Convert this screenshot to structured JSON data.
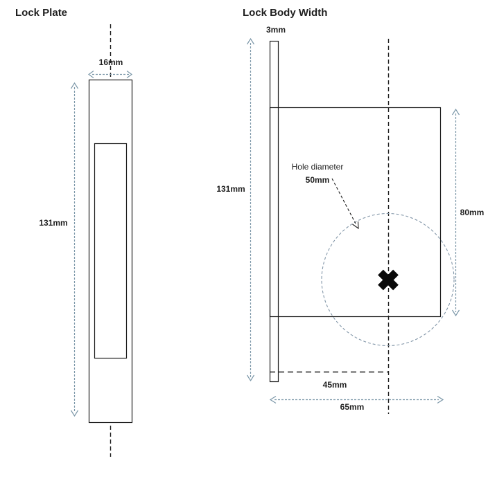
{
  "colors": {
    "line": "#1c1c1c",
    "dimension_arrow": "#7b97a8",
    "hole_circle": "#8296a8"
  },
  "lock_plate": {
    "title": "Lock Plate",
    "width_label": "16mm",
    "height_label": "131mm"
  },
  "lock_body": {
    "title": "Lock Body Width",
    "faceplate_thickness_label": "3mm",
    "height_label": "131mm",
    "body_height_label": "80mm",
    "hole_caption": "Hole diameter",
    "hole_diameter_label": "50mm",
    "backset_label": "45mm",
    "width_label": "65mm"
  }
}
